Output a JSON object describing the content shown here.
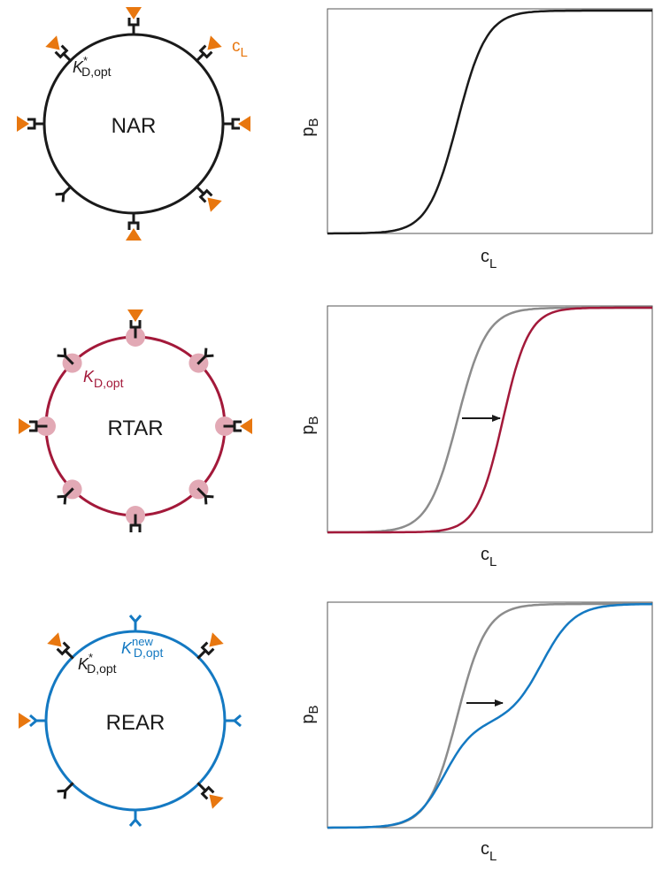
{
  "colors": {
    "black": "#1a1a1a",
    "orange": "#e8770f",
    "crimson": "#a3193a",
    "pink": "#e2a9b5",
    "blue": "#1479c2",
    "gray": "#8c8c8c",
    "axis": "#555555"
  },
  "panels": [
    {
      "cell_name": "NAR",
      "ligand_label": "c",
      "ligand_sub": "L",
      "affinity_label": "K",
      "affinity_sup": "*",
      "affinity_sub": "D,opt",
      "xlabel": "c",
      "xlabel_sub": "L",
      "ylabel": "p",
      "ylabel_sub": "B",
      "icon": "nar-cell-diagram",
      "shift_arrow": false
    },
    {
      "cell_name": "RTAR",
      "affinity_label": "K",
      "affinity_sub": "D,opt",
      "xlabel": "c",
      "xlabel_sub": "L",
      "ylabel": "p",
      "ylabel_sub": "B",
      "icon": "rtar-cell-diagram",
      "shift_arrow": true
    },
    {
      "cell_name": "REAR",
      "affinity_label": "K",
      "affinity_sup": "*",
      "affinity_sub": "D,opt",
      "new_affinity_label": "K",
      "new_affinity_sup": "new",
      "new_affinity_sub": "D,opt",
      "xlabel": "c",
      "xlabel_sub": "L",
      "ylabel": "p",
      "ylabel_sub": "B",
      "icon": "rear-cell-diagram",
      "shift_arrow": true
    }
  ]
}
